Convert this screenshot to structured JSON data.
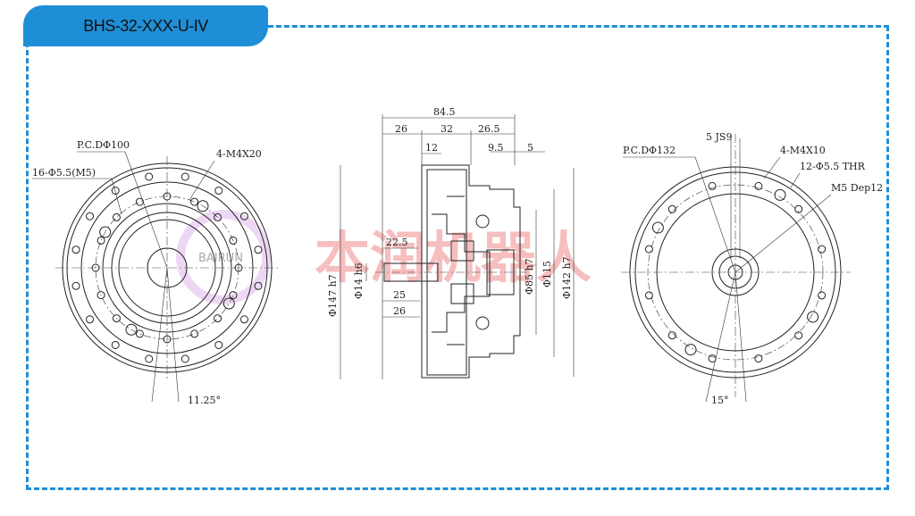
{
  "header": {
    "title": "BHS-32-XXX-U-IV"
  },
  "watermark": {
    "text": "本润机器人",
    "logo_text": "BAIRUN",
    "color": "#f08a8a"
  },
  "accent_color": "#1e8fd6",
  "left_view": {
    "pcd": "P.C.DΦ100",
    "holes": "16-Φ5.5(M5)",
    "thread": "4-M4X20",
    "angle": "11.25°"
  },
  "section_view": {
    "overall_length": "84.5",
    "seg1": "26",
    "seg2": "32",
    "seg3": "26.5",
    "d12": "12",
    "d9_5": "9.5",
    "d5": "5",
    "d22_5": "22.5",
    "d25": "25",
    "d26": "26",
    "dia147": "Φ147 h7",
    "dia14": "Φ14 h6",
    "dia85": "Φ85 h7",
    "dia115": "Φ115",
    "dia142": "Φ142 h7"
  },
  "right_view": {
    "pcd": "P.C.DΦ132",
    "keyway": "5 JS9",
    "thread": "4-M4X10",
    "holes": "12-Φ5.5 THR",
    "tap": "M5 Dep12",
    "angle": "15°"
  }
}
